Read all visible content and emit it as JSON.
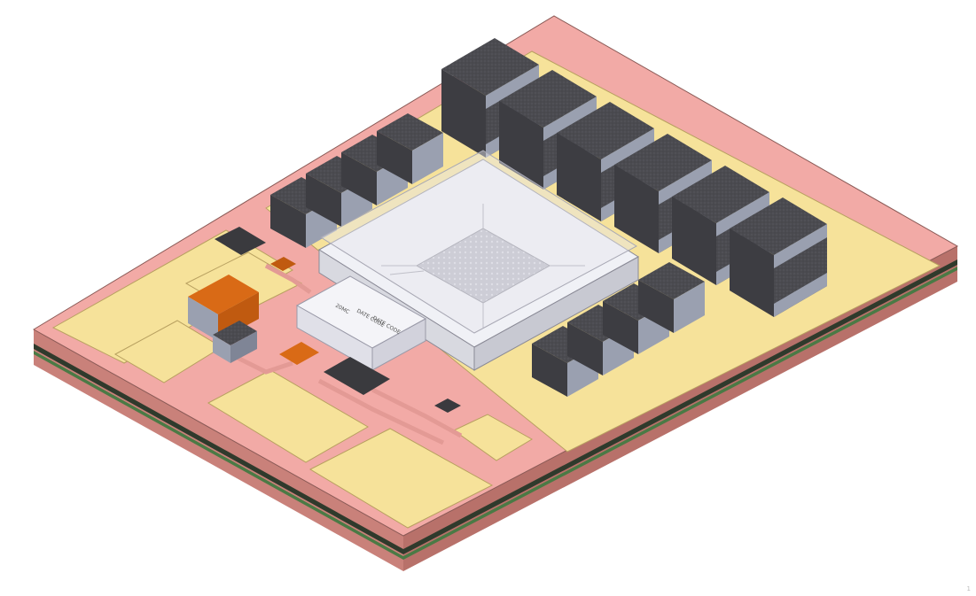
{
  "image": {
    "colors": {
      "background": "#ffffff",
      "pcb_top_pink": "#f2aaa6",
      "pcb_pad_yellow": "#f6e29a",
      "pcb_side_salmon": "#c9817a",
      "pcb_layer_dark": "#2f3a2c",
      "pcb_layer_green": "#4a7a45",
      "component_body_dark": "#4b4b50",
      "component_terminal_gray": "#9aa0b0",
      "ic_package_white": "#f0f1f6",
      "copper_orange": "#d96a16",
      "lid_translucent": "#e6e6ee",
      "die_gray": "#b9b9c4"
    },
    "component_markings": {
      "line_1": "20MC",
      "line_2": "DATE CODE",
      "line_3": "DATE CODE"
    },
    "corner_mark": "1"
  }
}
